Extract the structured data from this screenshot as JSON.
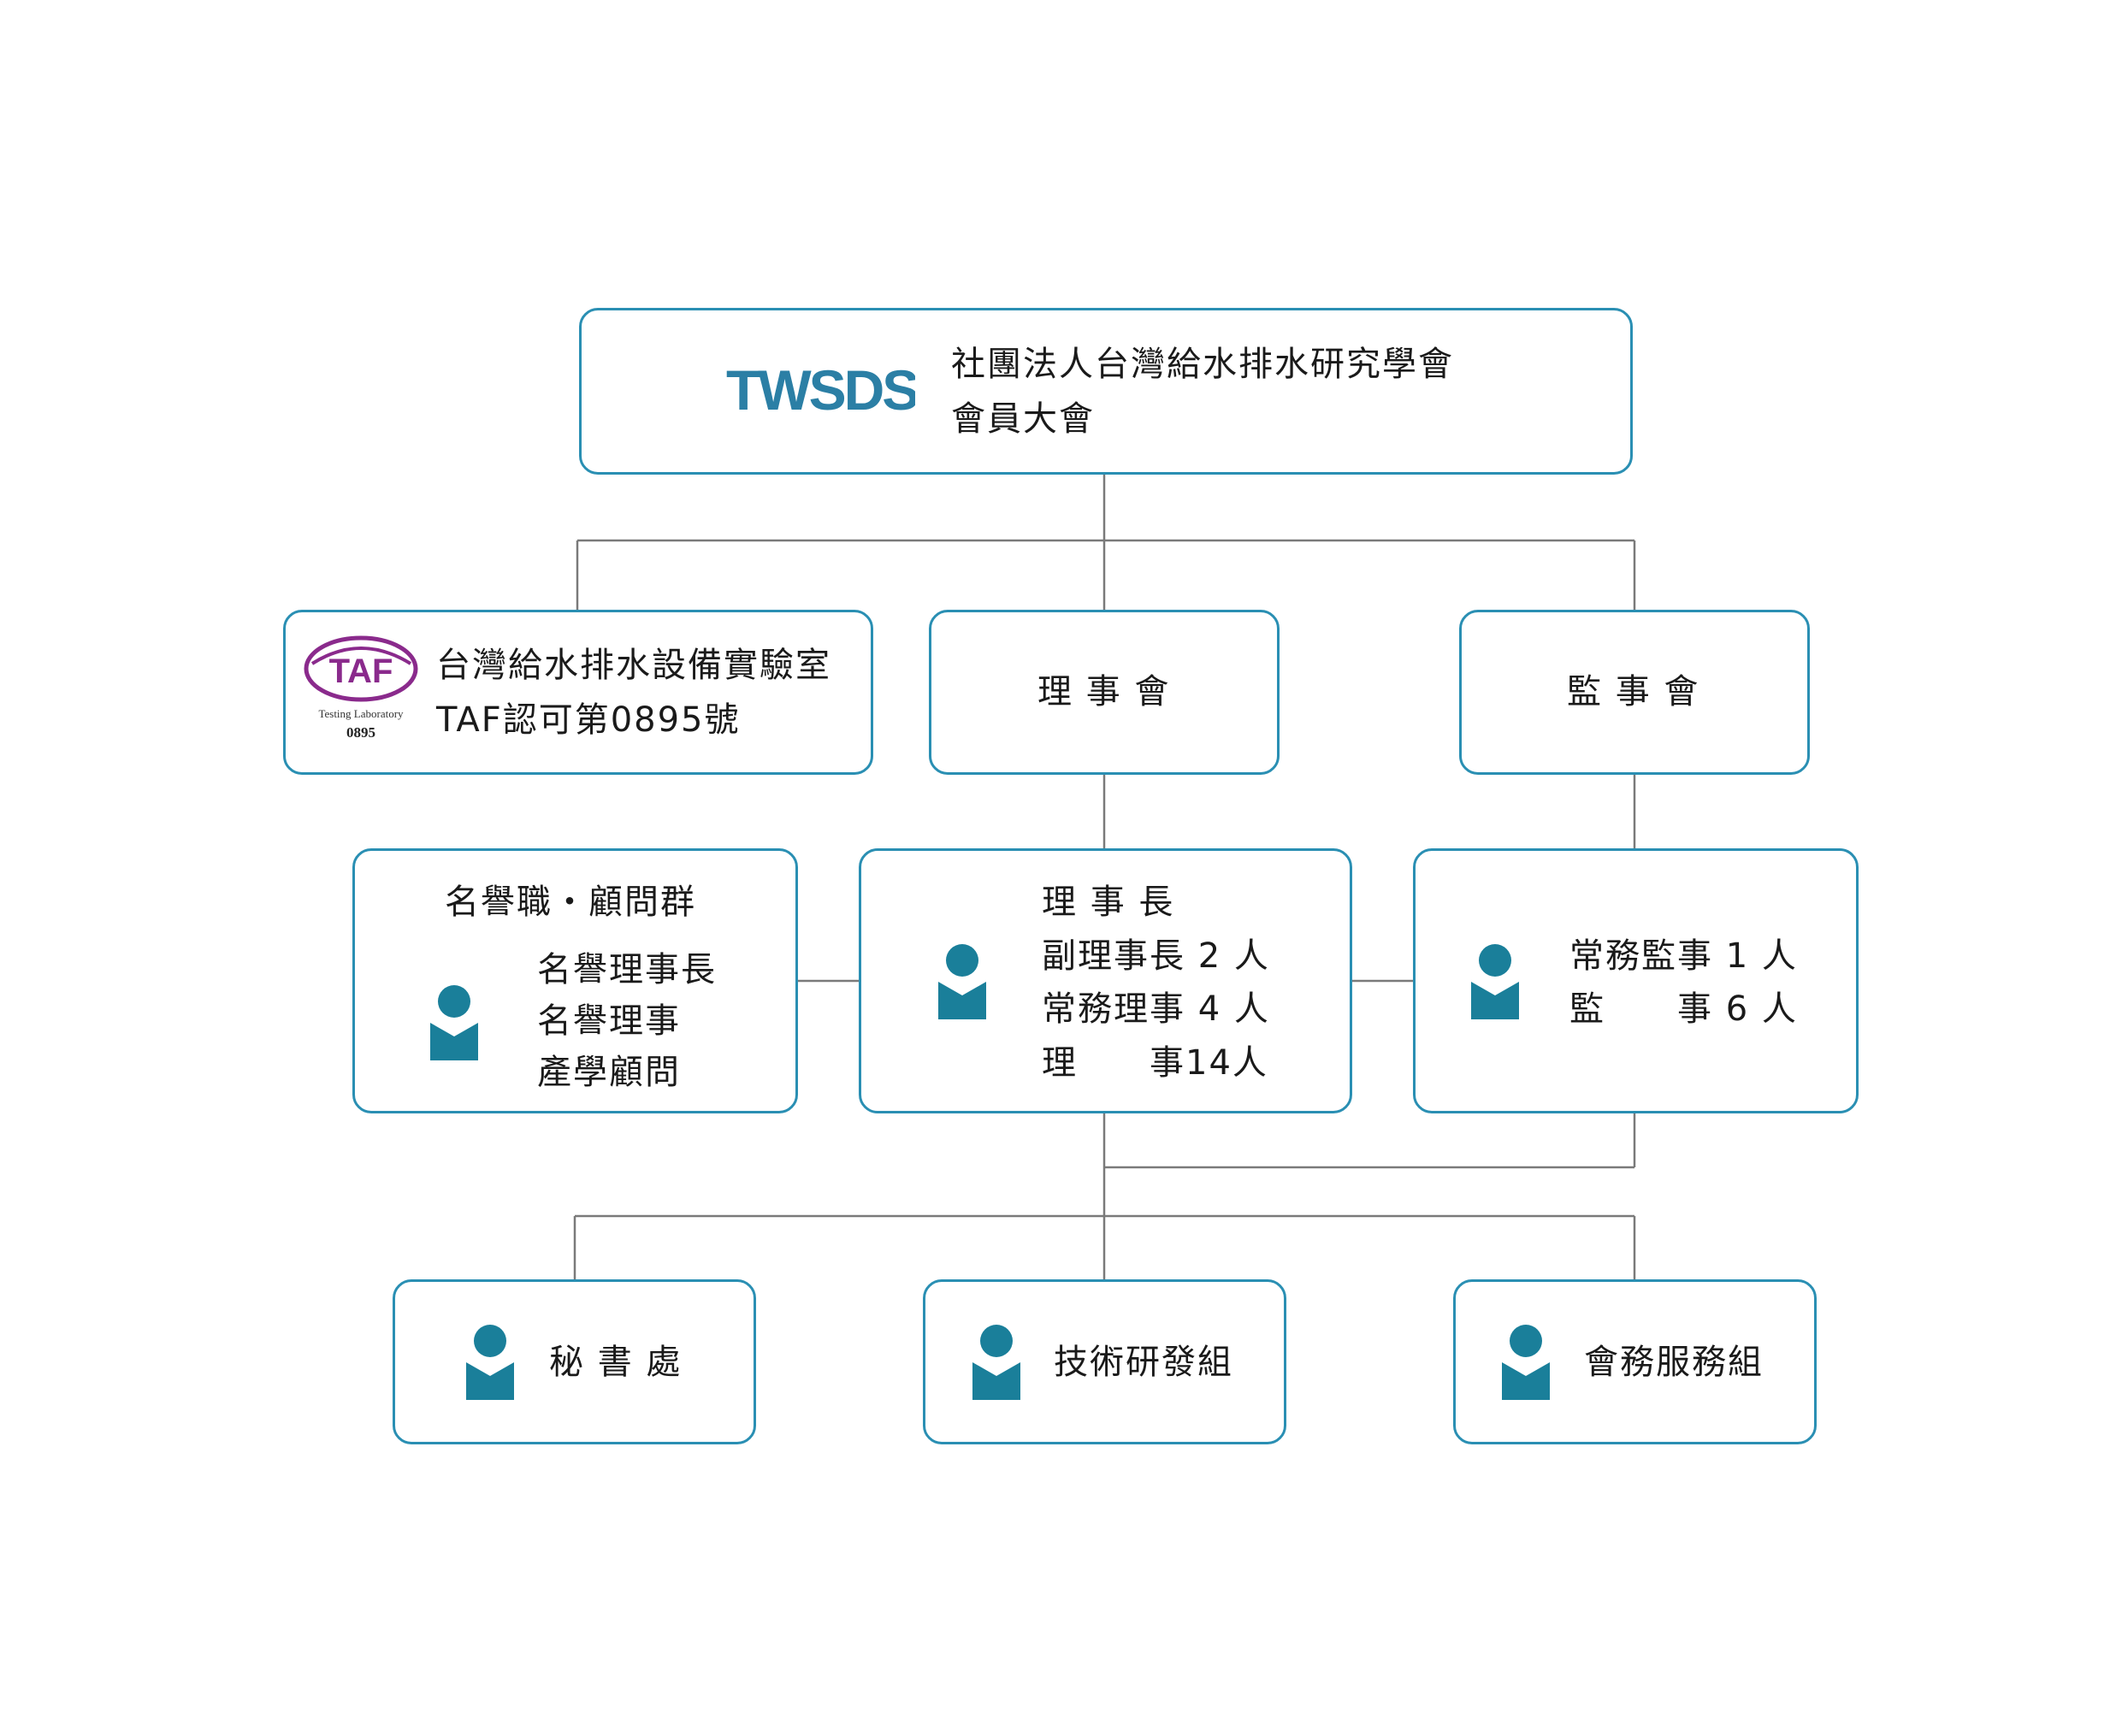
{
  "colors": {
    "border": "#2a8fb3",
    "line": "#7a7a7a",
    "person": "#1a7f9a",
    "taf": "#8a2a8c",
    "logo": "#2b7fa5"
  },
  "general_assembly": {
    "logo": "TWSDS",
    "line1": "社團法人台灣給水排水研究學會",
    "line2": "會員大會"
  },
  "lab": {
    "logo_text": "TAF",
    "logo_caption": "Testing Laboratory",
    "logo_number": "0895",
    "line1": "台灣給水排水設備實驗室",
    "line2": "TAF認可第0895號"
  },
  "board_of_directors": {
    "title": "理 事 會"
  },
  "board_of_supervisors": {
    "title": "監 事 會"
  },
  "honorary": {
    "title": "名譽職・顧問群",
    "items": [
      "名譽理事長",
      "名譽理事",
      "產學顧問"
    ]
  },
  "chairman": {
    "lines": [
      "理 事 長",
      "副理事長 2 人",
      "常務理事 4 人",
      "理　　事14人"
    ]
  },
  "supervisors": {
    "lines": [
      "常務監事 1 人",
      "監　　事 6 人"
    ]
  },
  "units": {
    "secretariat": "秘 書 處",
    "tech": "技術研發組",
    "affairs": "會務服務組"
  }
}
